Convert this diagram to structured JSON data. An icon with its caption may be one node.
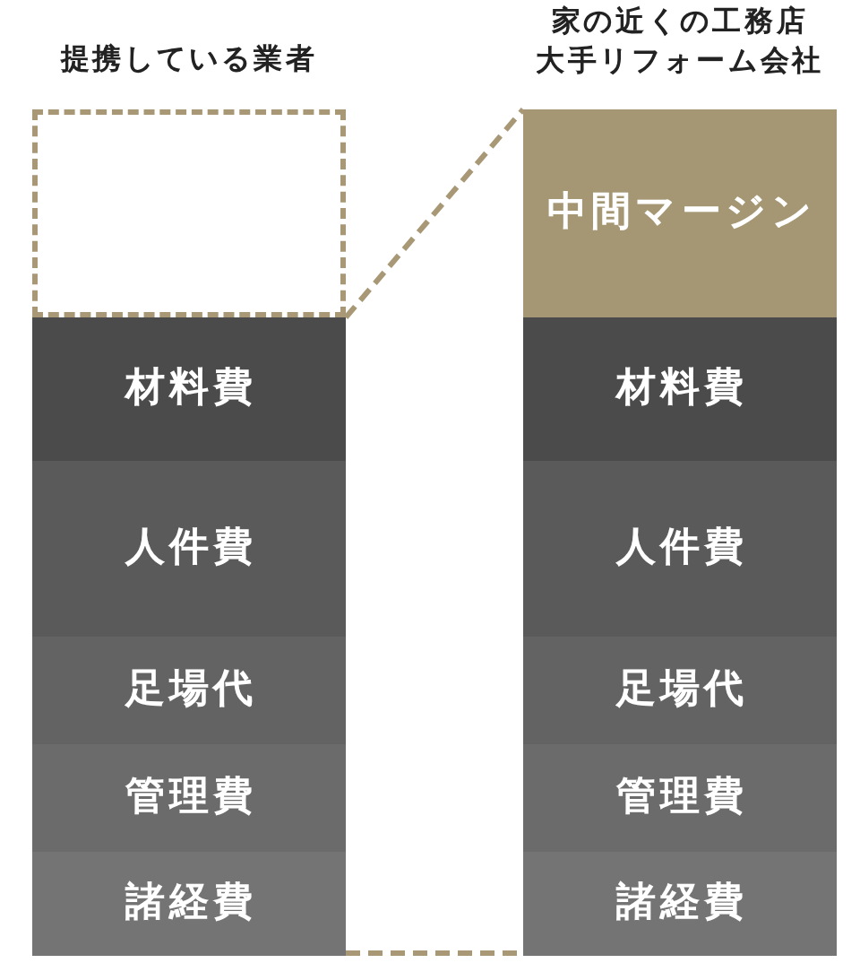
{
  "diagram": {
    "nodes": [
      {
        "text": [],
        "shape": "box"
      },
      {
        "text": [
          "材料費"
        ]
      },
      {
        "text": [
          "人件費"
        ]
      },
      {
        "text": [
          "足場代"
        ]
      },
      {
        "text": [
          "管理費"
        ]
      },
      {
        "text": [
          "諸経費"
        ]
      },
      {
        "text": [
          "中間マージン"
        ]
      },
      {
        "text": [
          "材料費"
        ]
      },
      {
        "text": [
          "人件費"
        ]
      },
      {
        "text": [
          "足場代"
        ]
      },
      {
        "text": [
          "管理費"
        ]
      },
      {
        "text": [
          "諸経費"
        ]
      }
    ],
    "edges": [
      {
        "from": 0,
        "to": 6,
        "arrow": "none",
        "style": "dashed"
      },
      {
        "from": 5,
        "to": 11,
        "arrow": "none",
        "style": "dashed"
      }
    ],
    "labels": [
      "提携している業者",
      "家の近くの工務店",
      "大手リフォーム会社"
    ]
  }
}
